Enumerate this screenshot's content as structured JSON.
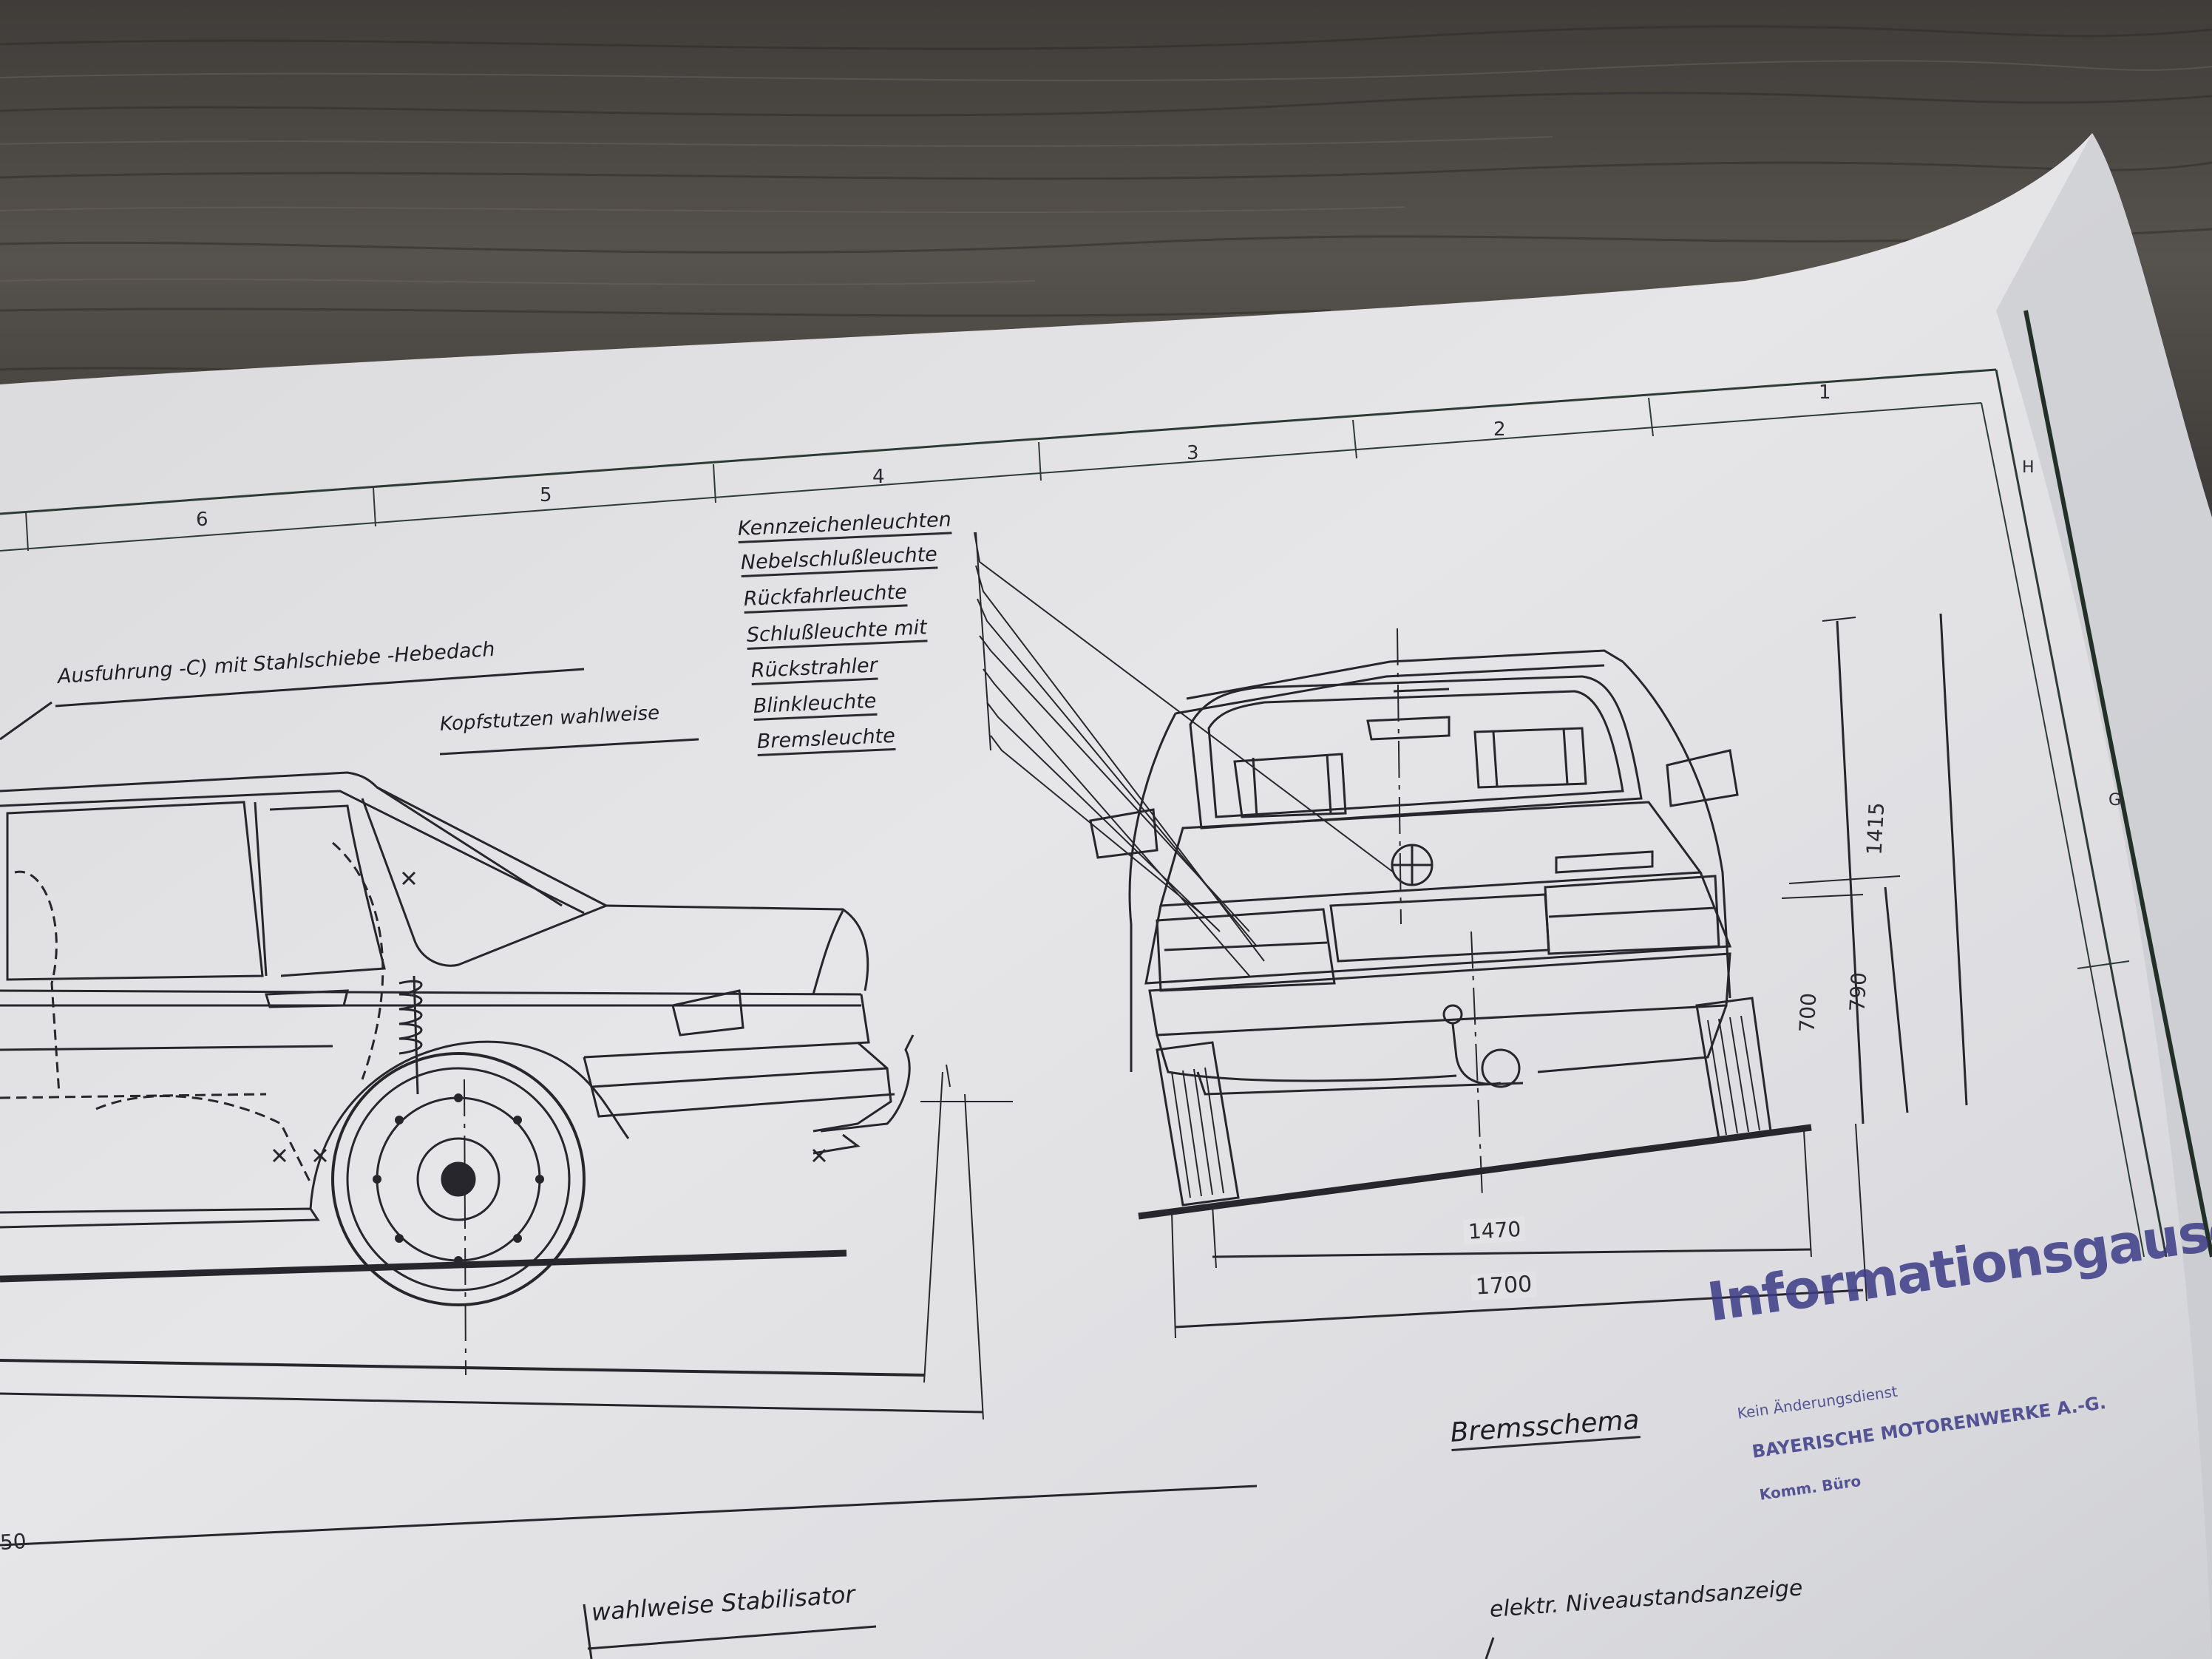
{
  "labels": {
    "kennzeichen": "Kennzeichenleuchten",
    "nebel": "Nebelschlußleuchte",
    "rueckfahr": "Rückfahrleuchte",
    "schluss": "Schlußleuchte mit",
    "rueckstrahler": "Rückstrahler",
    "blink": "Blinkleuchte",
    "brems": "Bremsleuchte",
    "ausfuehrung": "Ausfuhrung -C) mit Stahlschiebe -Hebedach",
    "kopfstuetzen": "Kopfstutzen wahlweise",
    "bremsschema": "Bremsschema",
    "stabilisator": "wahlweise Stabilisator",
    "niveau": "elektr. Niveaustandsanzeige"
  },
  "grid": {
    "zone6": "6",
    "zone5": "5",
    "zone4": "4",
    "zone3": "3",
    "zone2": "2",
    "zone1": "1",
    "row_h": "H",
    "row_g": "G"
  },
  "dimensions": {
    "height": "1415",
    "d790": "790",
    "d700": "700",
    "track": "1470",
    "width": "1700",
    "partial": "50"
  },
  "stamp": {
    "title": "Informationsgause",
    "line1": "BAYERISCHE MOTORENWERKE A.-G.",
    "line2": "Kein Änderungsdienst",
    "line3": "Komm. Büro"
  },
  "colors": {
    "table": "#4a4744",
    "paper": "#e2e2e4",
    "ink": "#26262c",
    "stamp": "#3c3b86"
  }
}
